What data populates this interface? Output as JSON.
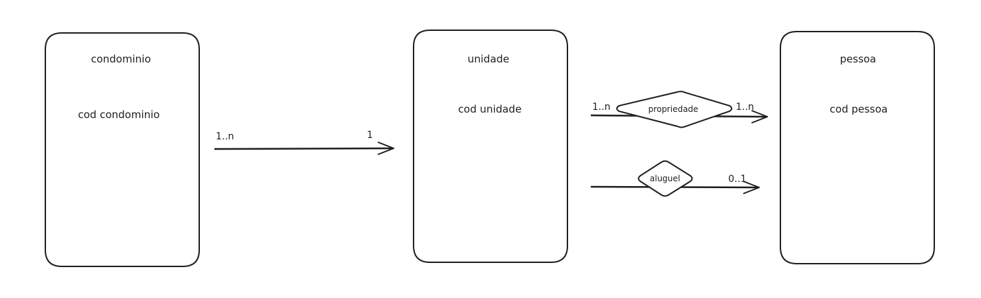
{
  "entities": [
    {
      "id": "condominio",
      "title": "condominio",
      "attribute": "cod condominio"
    },
    {
      "id": "unidade",
      "title": "unidade",
      "attribute": "cod unidade"
    },
    {
      "id": "pessoa",
      "title": "pessoa",
      "attribute": "cod pessoa"
    }
  ],
  "relationships": [
    {
      "id": "condominio-unidade",
      "name": "",
      "source_cardinality": "1..n",
      "target_cardinality": "1"
    },
    {
      "id": "propriedade",
      "name": "propriedade",
      "source_cardinality": "1..n",
      "target_cardinality": "1..n"
    },
    {
      "id": "aluguel",
      "name": "aluguel",
      "source_cardinality": "",
      "target_cardinality": "0..1"
    }
  ],
  "colors": {
    "stroke": "#1e1e1e",
    "background": "#ffffff"
  }
}
